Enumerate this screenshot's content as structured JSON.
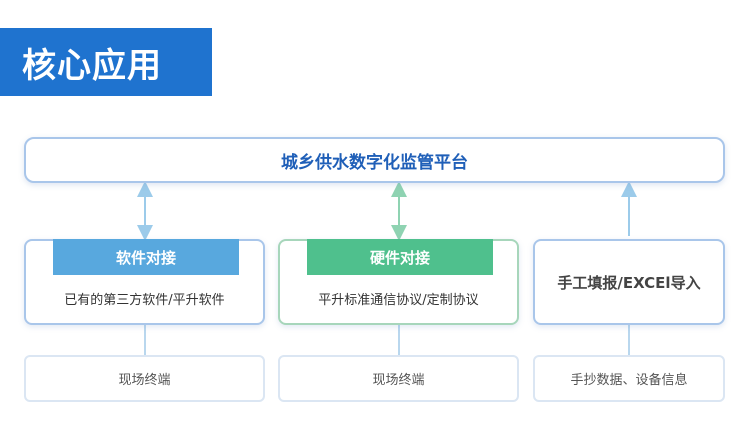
{
  "banner": {
    "title": "核心应用"
  },
  "platform": {
    "label": "城乡供水数字化监管平台"
  },
  "cards": [
    {
      "tag": "软件对接",
      "desc": "已有的第三方软件/平升软件"
    },
    {
      "tag": "硬件对接",
      "desc": "平升标准通信协议/定制协议"
    },
    {
      "label": "手工填报/EXCEl导入"
    }
  ],
  "terminals": [
    {
      "label": "现场终端"
    },
    {
      "label": "现场终端"
    },
    {
      "label": "手抄数据、设备信息"
    }
  ],
  "colors": {
    "banner": "#1f73cf",
    "platform_text": "#1f5fb8",
    "tag_blue": "#58a8de",
    "tag_green": "#4fc08d",
    "connector_blue": "#9ccbea",
    "connector_green": "#8fd3b2"
  }
}
